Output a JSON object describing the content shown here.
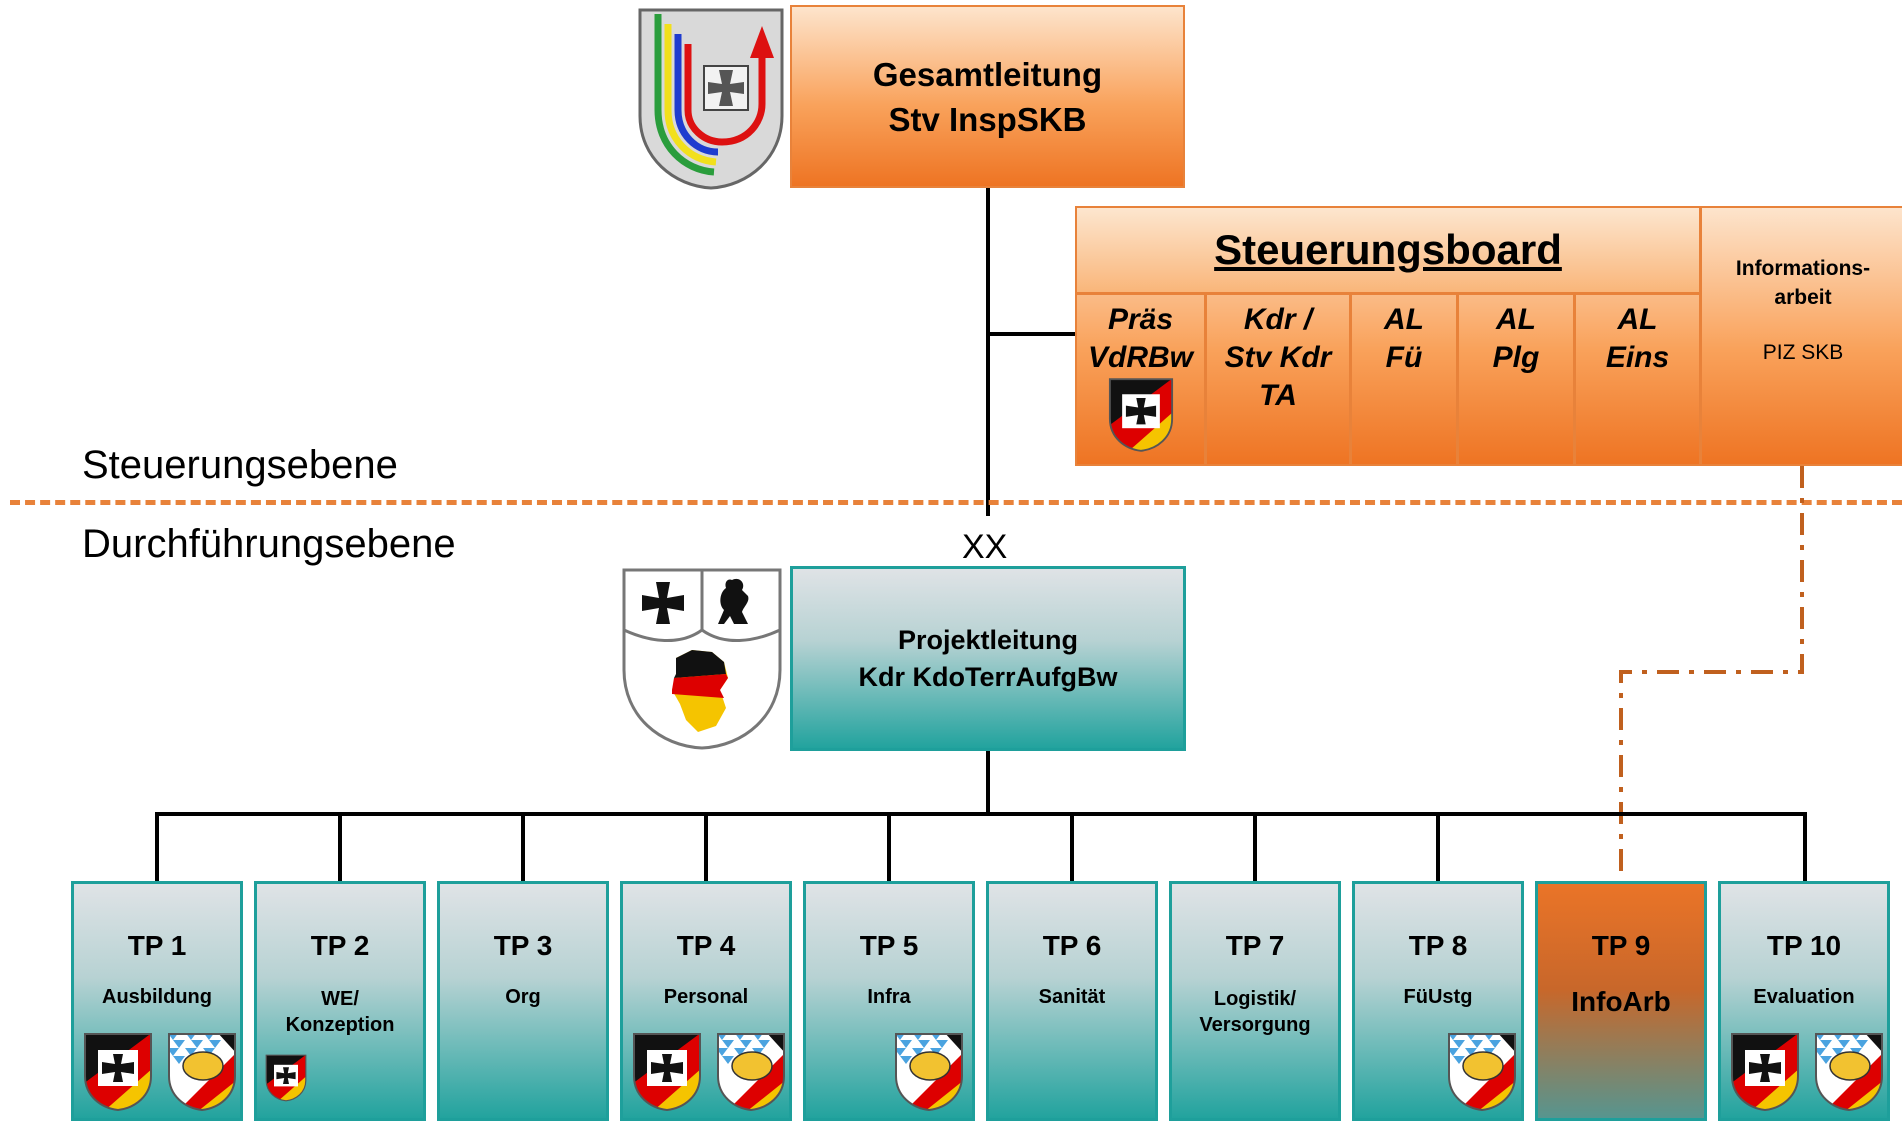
{
  "top": {
    "title1": "Gesamtleitung",
    "title2": "Stv InspSKB"
  },
  "board": {
    "title": "Steuerungsboard",
    "members": [
      {
        "l1": "Präs",
        "l2": "VdRBw",
        "l3": ""
      },
      {
        "l1": "Kdr /",
        "l2": "Stv Kdr",
        "l3": "TA"
      },
      {
        "l1": "AL",
        "l2": "Fü",
        "l3": ""
      },
      {
        "l1": "AL",
        "l2": "Plg",
        "l3": ""
      },
      {
        "l1": "AL",
        "l2": "Eins",
        "l3": ""
      }
    ],
    "info_title1": "Informations-",
    "info_title2": "arbeit",
    "info_sub": "PIZ SKB"
  },
  "levels": {
    "upper": "Steuerungsebene",
    "lower": "Durchführungsebene"
  },
  "marker": "XX",
  "project": {
    "title1": "Projektleitung",
    "title2": "Kdr KdoTerrAufgBw"
  },
  "tps": [
    {
      "title": "TP 1",
      "sub1": "Ausbildung",
      "sub2": ""
    },
    {
      "title": "TP 2",
      "sub1": "WE/",
      "sub2": "Konzeption"
    },
    {
      "title": "TP 3",
      "sub1": "Org",
      "sub2": ""
    },
    {
      "title": "TP 4",
      "sub1": "Personal",
      "sub2": ""
    },
    {
      "title": "TP 5",
      "sub1": "Infra",
      "sub2": ""
    },
    {
      "title": "TP 6",
      "sub1": "Sanität",
      "sub2": ""
    },
    {
      "title": "TP 7",
      "sub1": "Logistik/",
      "sub2": "Versorgung"
    },
    {
      "title": "TP 8",
      "sub1": "FüUstg",
      "sub2": ""
    },
    {
      "title": "TP 9",
      "sub1": "InfoArb",
      "sub2": ""
    },
    {
      "title": "TP 10",
      "sub1": "Evaluation",
      "sub2": ""
    }
  ]
}
